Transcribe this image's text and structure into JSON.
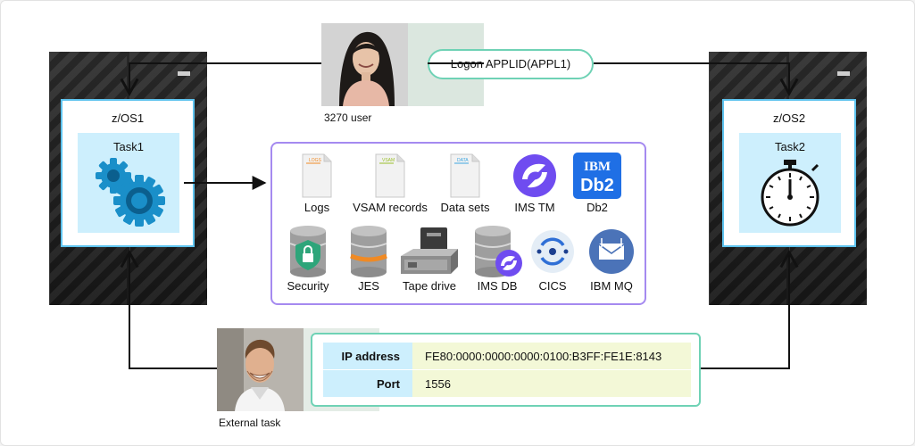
{
  "systems": {
    "left": {
      "name": "z/OS1",
      "task": "Task1",
      "task_icon": "gears-icon"
    },
    "right": {
      "name": "z/OS2",
      "task": "Task2",
      "task_icon": "stopwatch-icon"
    }
  },
  "users": {
    "terminal": {
      "caption": "3270 user"
    },
    "external": {
      "caption": "External task"
    }
  },
  "logon": {
    "label": "Logon APPLID(APPL1)"
  },
  "resources": {
    "row1": [
      {
        "label": "Logs",
        "doc_tag": "LOGS",
        "tag_color": "#f08a24"
      },
      {
        "label": "VSAM records",
        "doc_tag": "VSAM",
        "tag_color": "#9bbf2a"
      },
      {
        "label": "Data sets",
        "doc_tag": "DATA",
        "tag_color": "#3da5e0"
      },
      {
        "label": "IMS TM",
        "icon": "ims-tm-icon"
      },
      {
        "label": "Db2",
        "logo_line1": "IBM",
        "logo_line2": "Db2"
      }
    ],
    "row2": [
      {
        "label": "Security",
        "icon": "security-db-icon"
      },
      {
        "label": "JES",
        "icon": "jes-db-icon"
      },
      {
        "label": "Tape drive",
        "icon": "tape-drive-icon"
      },
      {
        "label": "IMS DB",
        "icon": "ims-db-icon"
      },
      {
        "label": "CICS",
        "icon": "cics-icon"
      },
      {
        "label": "IBM MQ",
        "icon": "mq-icon"
      }
    ]
  },
  "network": {
    "rows": [
      {
        "key": "IP address",
        "value": "FE80:0000:0000:0000:0100:B3FF:FE1E:8143"
      },
      {
        "key": "Port",
        "value": "1556"
      }
    ]
  },
  "colors": {
    "system_border": "#5ec3ee",
    "task_fill": "#cdeffd",
    "resource_border": "#a58af0",
    "network_border": "#6fd2b5",
    "ims_purple": "#6f4cf0",
    "db2_blue": "#1f6fe5"
  }
}
